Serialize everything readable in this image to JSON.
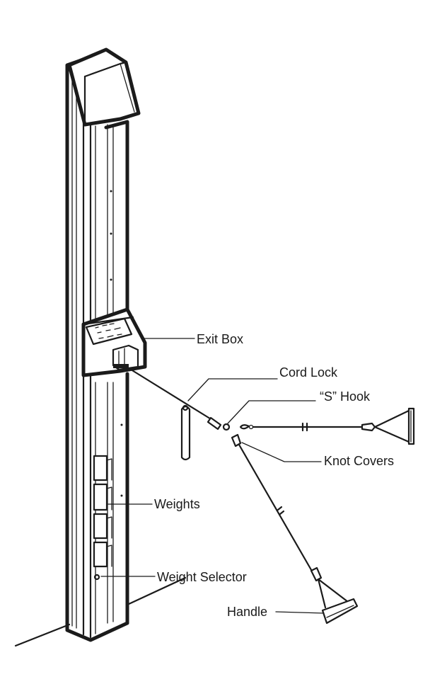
{
  "labels": {
    "exit_box": "Exit Box",
    "cord_lock": "Cord Lock",
    "s_hook": "“S” Hook",
    "knot_covers": "Knot Covers",
    "weights": "Weights",
    "weight_selector": "Weight Selector",
    "handle": "Handle"
  }
}
